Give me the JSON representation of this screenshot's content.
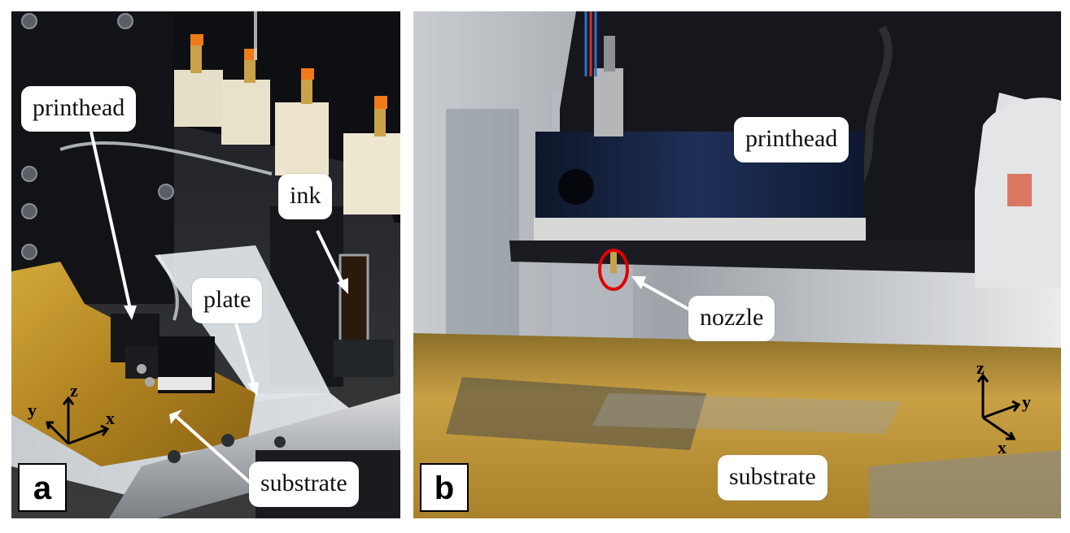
{
  "panel_a": {
    "letter": "a",
    "labels": {
      "printhead": "printhead",
      "ink": "ink",
      "plate": "plate",
      "substrate": "substrate"
    },
    "axes": {
      "x": "x",
      "y": "y",
      "z": "z"
    }
  },
  "panel_b": {
    "letter": "b",
    "labels": {
      "printhead": "printhead",
      "nozzle": "nozzle",
      "substrate": "substrate"
    },
    "axes": {
      "x": "x",
      "y": "y",
      "z": "z"
    }
  },
  "colors": {
    "callout_bg": "#ffffff",
    "arrow": "#ffffff",
    "nozzle_ring": "#e00000",
    "substrate_gold": "#b8921e",
    "machine_black": "#15171c"
  }
}
